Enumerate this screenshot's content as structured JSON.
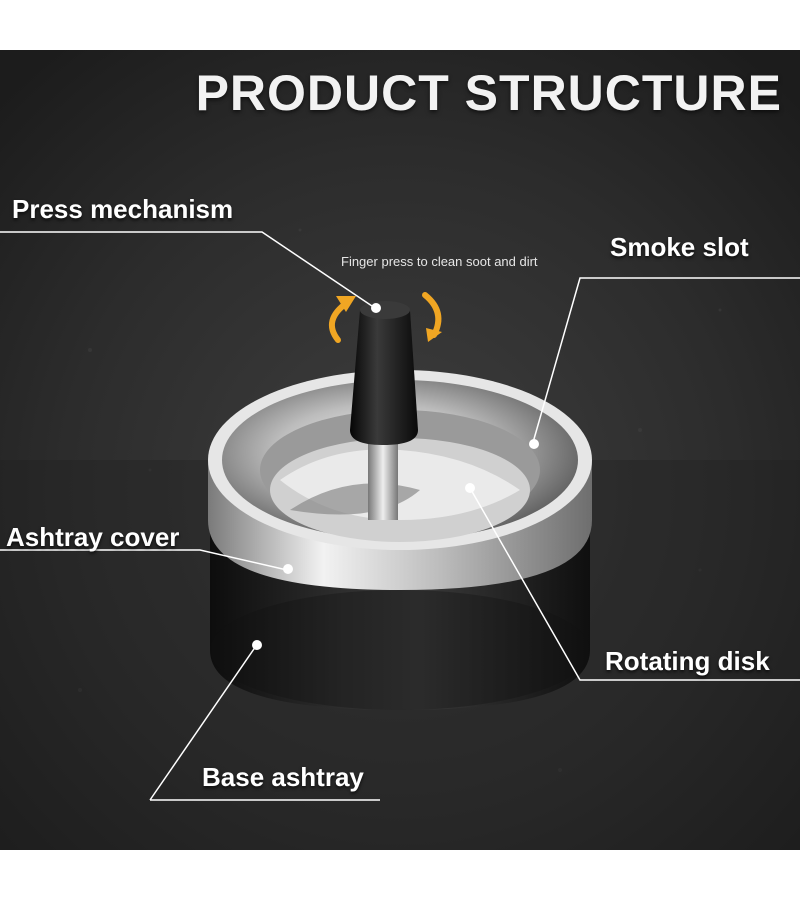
{
  "title": "PRODUCT STRUCTURE",
  "note": "Finger press to clean soot and dirt",
  "labels": {
    "press_mechanism": "Press mechanism",
    "smoke_slot": "Smoke slot",
    "ashtray_cover": "Ashtray cover",
    "rotating_disk": "Rotating disk",
    "base_ashtray": "Base ashtray"
  },
  "colors": {
    "background": "#2a2a2a",
    "text": "#ffffff",
    "accent_arrows": "#f0a623",
    "base_body": "#1a1a1a",
    "chrome": "#d9d9d9"
  }
}
